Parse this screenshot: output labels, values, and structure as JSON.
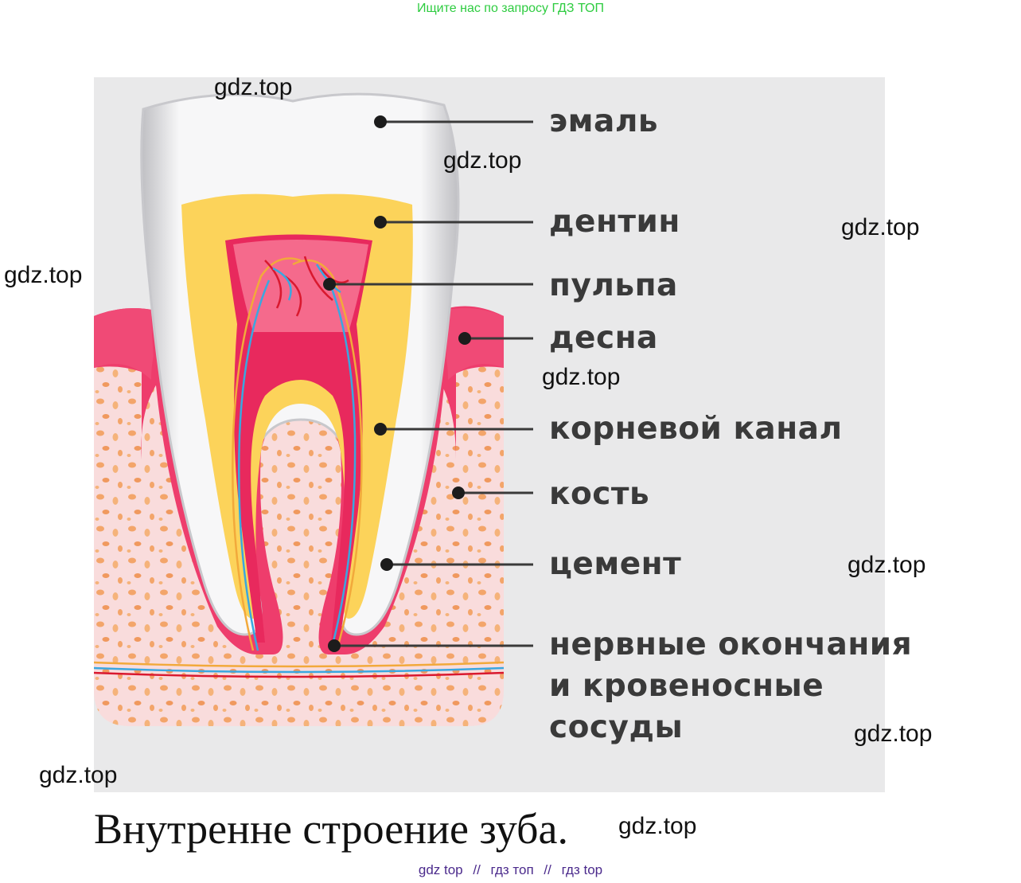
{
  "banner": "Ищите нас по запросу ГДЗ ТОП",
  "labels": {
    "enamel": "эмаль",
    "dentin": "дентин",
    "pulp": "пульпа",
    "gum": "десна",
    "root_canal": "корневой канал",
    "bone": "кость",
    "cement": "цемент",
    "nerves_line1": "нервные окончания",
    "nerves_line2": "и кровеносные",
    "nerves_line3": "сосуды"
  },
  "watermark": "gdz.top",
  "caption": "Внутренне строение зуба.",
  "footer": {
    "part1": "gdz top",
    "sep1": "//",
    "part2": "гдз топ",
    "sep2": "//",
    "part3": "гдз top"
  },
  "colors": {
    "banner_green": "#2ecc40",
    "figure_bg": "#e9e9ea",
    "gum_pink": "#ee3d6c",
    "dentin_yellow": "#fcd35a",
    "enamel_white": "#f7f7f8",
    "bone_light": "#f9dcdc",
    "bone_spots": "#f3a56a",
    "footer_purple": "#4b2a8c"
  }
}
